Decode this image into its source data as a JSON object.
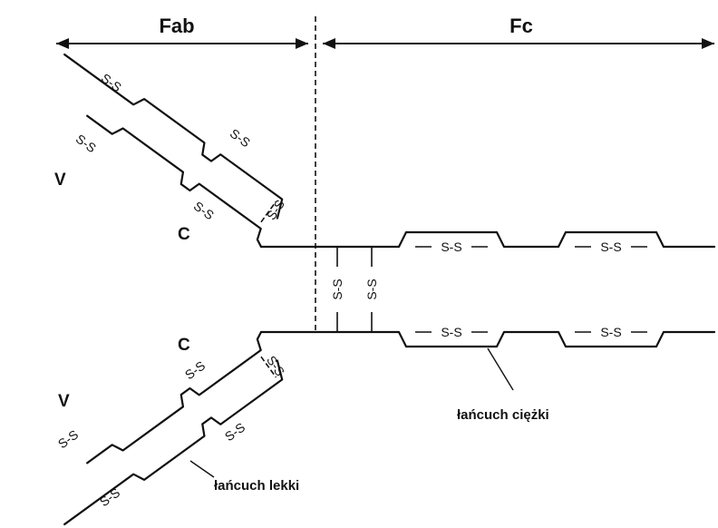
{
  "regions": {
    "fab": "Fab",
    "fc": "Fc"
  },
  "domains": {
    "v_upper": "V",
    "c_upper": "C",
    "c_lower": "C",
    "v_lower": "V"
  },
  "bond_label": "S-S",
  "chain_labels": {
    "heavy": "łańcuch ciężki",
    "light": "łańcuch lekki"
  },
  "colors": {
    "ink": "#111111",
    "background": "#ffffff"
  }
}
